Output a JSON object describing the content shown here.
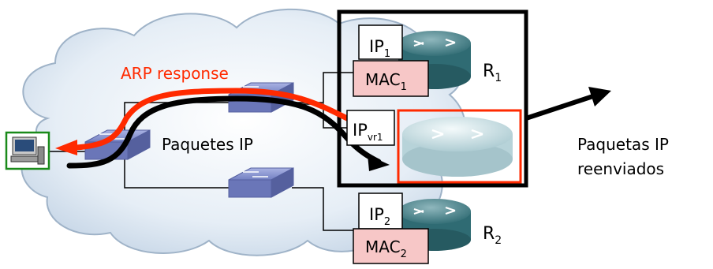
{
  "labels": {
    "arp_response": "ARP response",
    "paquetes_ip": "Paquetes IP",
    "paquetas_line1": "Paquetas IP",
    "paquetas_line2": "reenviados",
    "r1_main": "R",
    "r1_sub": "1",
    "r2_main": "R",
    "r2_sub": "2",
    "ip1_main": "IP",
    "ip1_sub": "1",
    "mac1_main": "MAC",
    "mac1_sub": "1",
    "ipvr1_main": "IP",
    "ipvr1_sub": "vr1",
    "ip2_main": "IP",
    "ip2_sub": "2",
    "mac2_main": "MAC",
    "mac2_sub": "2"
  },
  "colors": {
    "cloud_fill": "#dfe9f3",
    "arp_red": "#ff2a00",
    "mac_fill": "#f7c7c7",
    "switch_blue": "#7683c4",
    "router_teal": "#3f7e86",
    "virtual_router": "#b7d3d9",
    "host_green": "#1a8a1a"
  }
}
